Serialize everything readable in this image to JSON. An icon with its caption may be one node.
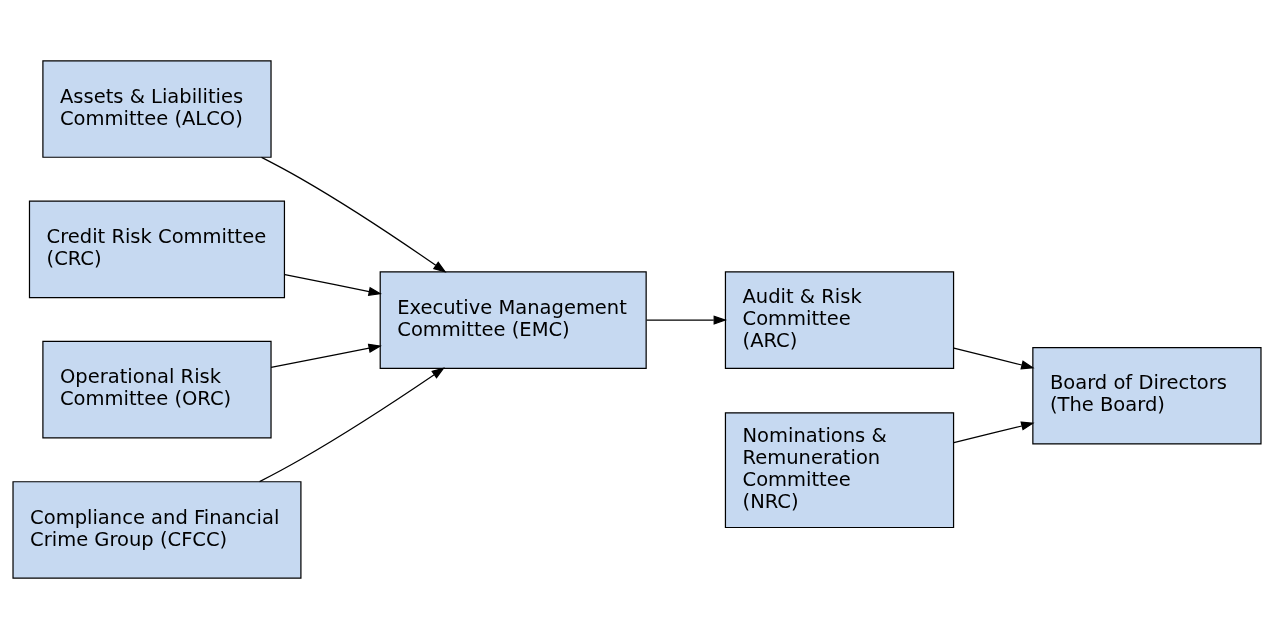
{
  "diagram": {
    "nodes": [
      {
        "text": [
          "Assets & Liabilities Committee (ALCO)"
        ]
      },
      {
        "text": [
          "Executive Management Committee (EMC)"
        ]
      },
      {
        "text": [
          "Board of Directors (The Board)"
        ]
      },
      {
        "text": [
          "Credit Risk Committee (CRC)"
        ]
      },
      {
        "text": [
          "Operational Risk Committee (ORC)"
        ]
      },
      {
        "text": [
          "Compliance and Financial Crime Group (CFCC)"
        ]
      },
      {
        "text": [
          "Audit & Risk Committee (ARC)"
        ]
      },
      {
        "text": [
          "Nominations & Remuneration Committee (NRC)"
        ]
      }
    ],
    "edges": [
      {
        "from": 0,
        "to": 1,
        "arrow": "to"
      },
      {
        "from": 3,
        "to": 1,
        "arrow": "to"
      },
      {
        "from": 4,
        "to": 1,
        "arrow": "to"
      },
      {
        "from": 5,
        "to": 1,
        "arrow": "to"
      },
      {
        "from": 1,
        "to": 6,
        "arrow": "to"
      },
      {
        "from": 6,
        "to": 2,
        "arrow": "to"
      },
      {
        "from": 7,
        "to": 2,
        "arrow": "to"
      }
    ]
  }
}
